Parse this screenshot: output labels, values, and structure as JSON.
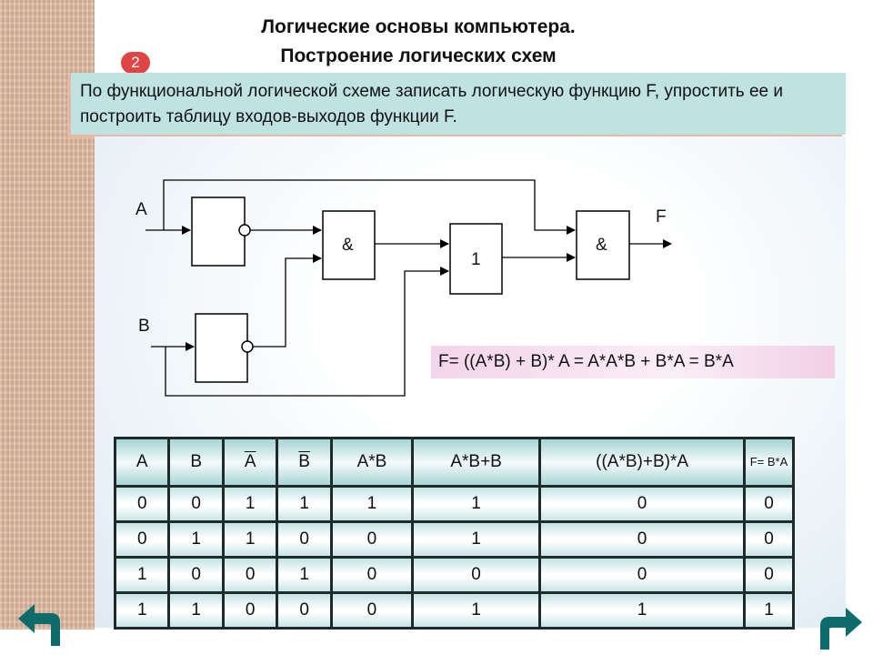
{
  "slide": {
    "title_line1": "Логические основы компьютера.",
    "title_line2": "Построение логических схем",
    "badge": "2",
    "task": "По функциональной логической схеме записать логическую функцию F, упростить ее и построить таблицу входов-выходов функции F."
  },
  "diagram": {
    "input_a": "A",
    "input_b": "B",
    "output_f": "F",
    "gate_and1": "&",
    "gate_or": "1",
    "gate_and2": "&"
  },
  "formula": {
    "text": "F= ((A*B) + B)* A = A*A*B + B*A = B*A"
  },
  "table": {
    "headers": [
      "A",
      "B",
      "A",
      "B",
      "A*B",
      "A*B+B",
      "((A*B)+B)*A",
      "F= B*A"
    ],
    "rows": [
      [
        "0",
        "0",
        "1",
        "1",
        "1",
        "1",
        "0",
        "0"
      ],
      [
        "0",
        "1",
        "1",
        "0",
        "0",
        "1",
        "0",
        "0"
      ],
      [
        "1",
        "0",
        "0",
        "1",
        "0",
        "0",
        "0",
        "0"
      ],
      [
        "1",
        "1",
        "0",
        "0",
        "0",
        "1",
        "1",
        "1"
      ]
    ]
  },
  "nav": {
    "back_icon": "return-arrow-icon",
    "forward_icon": "forward-arrow-icon",
    "color": "#0e6b6b"
  }
}
